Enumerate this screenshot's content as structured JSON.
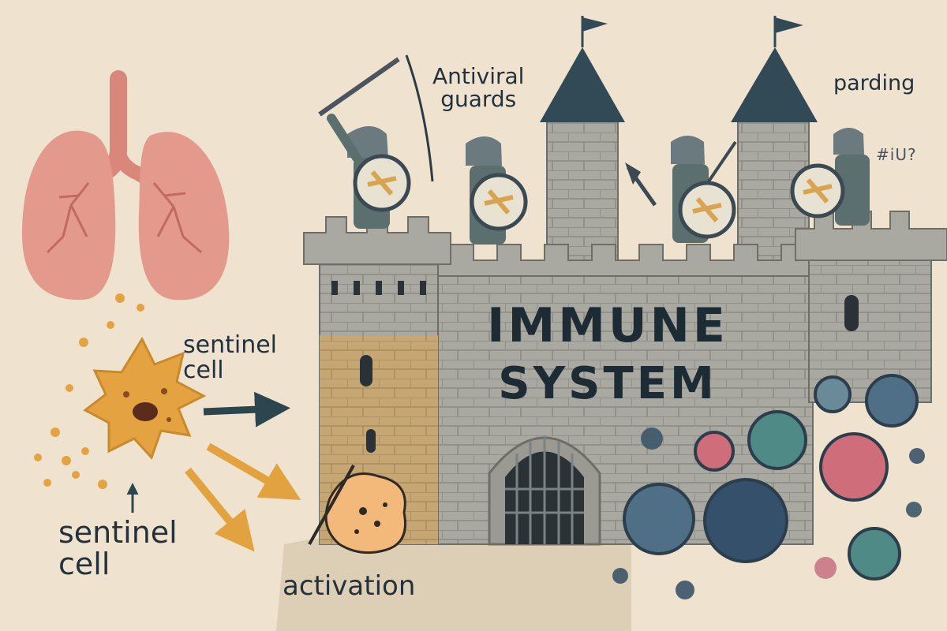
{
  "labels": {
    "sentinel_top_line1": "sentinel",
    "sentinel_top_line2": "cell",
    "sentinel_bottom_line1": "sentinel",
    "sentinel_bottom_line2": "cell",
    "activation": "activation",
    "guards_line1": "Antiviral",
    "guards_line2": "guards",
    "parding": "parding",
    "scribble": "#iU?"
  },
  "castle": {
    "title_line1": "IMMUNE",
    "title_line2": "SYSTEM"
  },
  "colors": {
    "background": "#efe3cf",
    "lung": "#e39a8c",
    "sentinel_cell": "#e4a340",
    "stone": "#a8a8a0",
    "arrow_dark": "#2c4650",
    "arrow_orange": "#e3a240",
    "virus_teal": "#4f8a86",
    "virus_navy": "#34506a",
    "virus_pink": "#cf6e7a"
  }
}
